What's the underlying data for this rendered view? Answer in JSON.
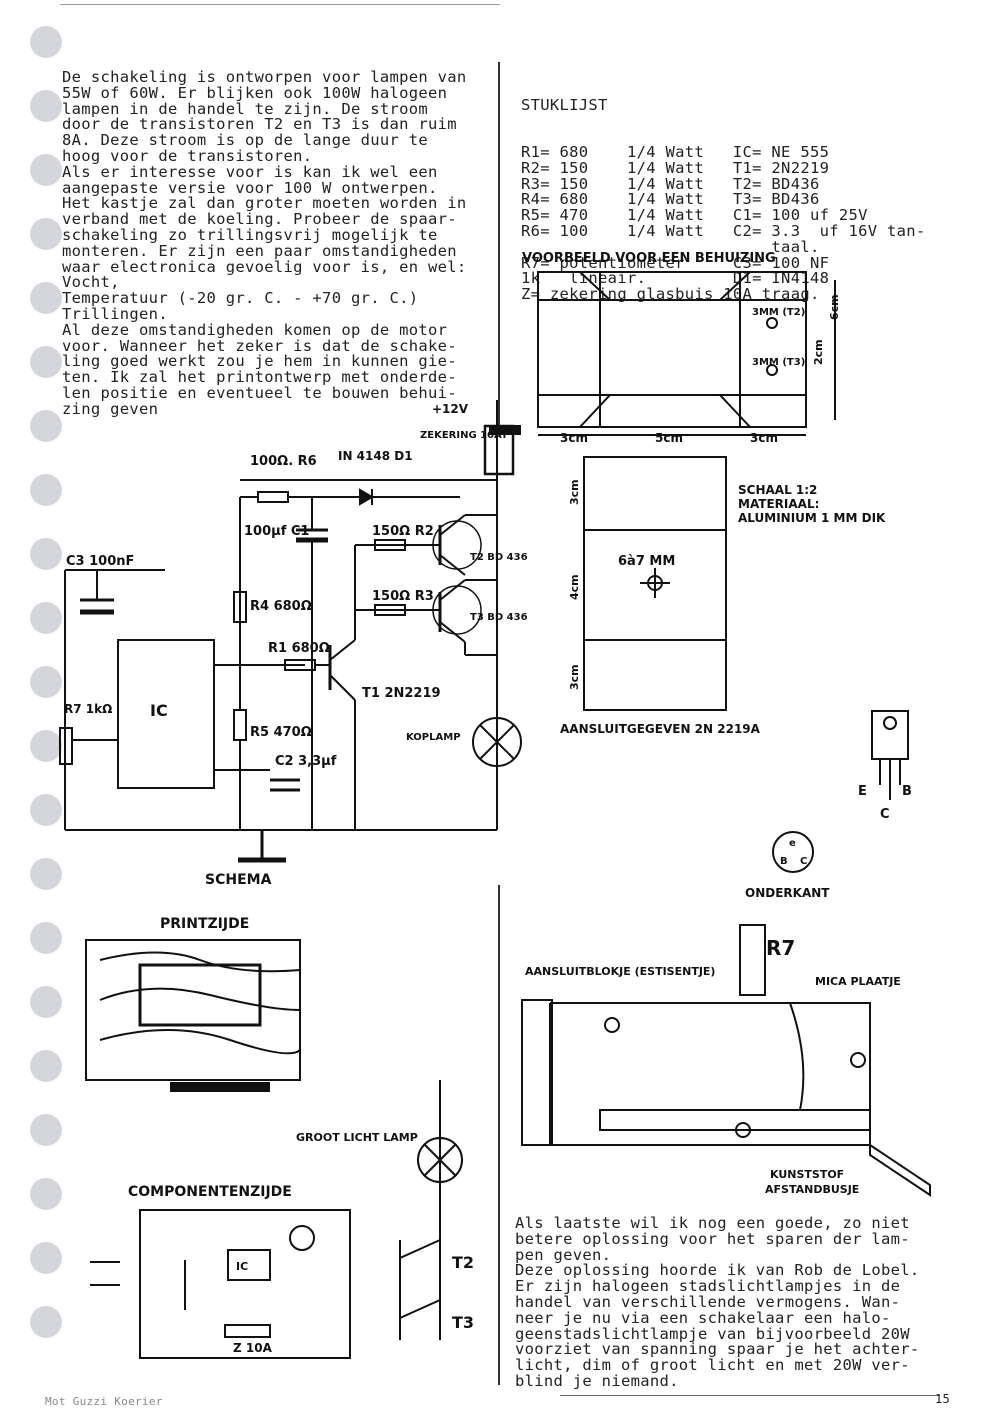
{
  "left_text": [
    "De schakeling is ontworpen voor lampen van",
    "55W of 60W. Er blijken ook 100W halogeen",
    "lampen in de handel te zijn. De stroom",
    "door de transistoren T2 en T3 is dan ruim",
    "8A. Deze stroom is op de lange duur te",
    "hoog voor de transistoren.",
    "Als er interesse voor is kan ik wel een",
    "aangepaste versie voor 100 W ontwerpen.",
    "Het kastje zal dan groter moeten worden in",
    "verband met de koeling. Probeer de spaar-",
    "schakeling zo trillingsvrij mogelijk te",
    "monteren. Er zijn een paar omstandigheden",
    "waar electronica gevoelig voor is, en wel:",
    "Vocht,",
    "Temperatuur (-20 gr. C. - +70 gr. C.)",
    "Trillingen.",
    "Al deze omstandigheden komen op de motor",
    "voor. Wanneer het zeker is dat de schake-",
    "ling goed werkt zou je hem in kunnen gie-",
    "ten. Ik zal het printontwerp met onderde-",
    "len positie en eventueel te bouwen behui-",
    "zing geven"
  ],
  "parts_list": {
    "title": "STUKLIJST",
    "rows": [
      "R1= 680    1/4 Watt   IC= NE 555",
      "R2= 150    1/4 Watt   T1= 2N2219",
      "R3= 150    1/4 Watt   T2= BD436",
      "R4= 680    1/4 Watt   T3= BD436",
      "R5= 470    1/4 Watt   C1= 100 uf 25V",
      "R6= 100    1/4 Watt   C2= 3.3  uf 16V tan-",
      "                          taal.",
      "R7= potentiometer     C3= 100 NF",
      "1k   lineair.         D1= IN4148",
      "Z= zekering glasbuis 10A traag."
    ]
  },
  "enclosure": {
    "title": "VOORBEELD VOOR EEN BEHUIZING",
    "hole_t2": "3MM (T2)",
    "hole_t3": "3MM (T3)",
    "dim_3cm_a": "3cm",
    "dim_5cm": "5cm",
    "dim_3cm_b": "3cm",
    "dim_6cm": "6cm",
    "dim_2cm": "2cm",
    "vert_3cm_a": "3cm",
    "vert_4cm": "4cm",
    "vert_3cm_b": "3cm",
    "hole_6to7": "6à7 MM",
    "scale": "SCHAAL 1:2",
    "material_label": "MATERIAAL:",
    "material": "ALUMINIUM 1 MM DIK"
  },
  "pinout": {
    "title": "AANSLUITGEGEVEN 2N 2219A",
    "pins_front": [
      "E",
      "B",
      "C"
    ],
    "underside": "ONDERKANT"
  },
  "schematic": {
    "plus12v": "+12V",
    "fuse": "ZEKERING 10AT",
    "r6": "100Ω. R6",
    "d1": "IN 4148 D1",
    "c1": "100µf C1",
    "c3": "C3 100nF",
    "r4": "R4 680Ω",
    "r2": "150Ω R2",
    "r3": "150Ω R3",
    "r1": "R1 680Ω",
    "r5": "R5 470Ω",
    "c2": "C2 3,3µf",
    "r7": "R7 1kΩ",
    "ic": "IC",
    "t1": "T1 2N2219",
    "t2": "T2 BD 436",
    "t3": "T3 BD 436",
    "lamp": "KOPLAMP",
    "caption": "SCHEMA"
  },
  "pcb": {
    "print_side": "PRINTZIJDE",
    "component_side": "COMPONENTENZIJDE",
    "high_beam": "GROOT LICHT LAMP",
    "t2": "T2",
    "t3": "T3",
    "fuse": "Z 10A"
  },
  "assembly": {
    "terminal": "AANSLUITBLOKJE (ESTISENTJE)",
    "r7": "R7",
    "mica": "MICA PLAATJE",
    "spacer": "KUNSTSTOF AFSTANDBUSJE"
  },
  "right_text": [
    "Als laatste wil ik nog een goede, zo niet",
    "betere oplossing voor het sparen der lam-",
    "pen geven.",
    "Deze oplossing hoorde ik van Rob de Lobel.",
    "Er zijn halogeen stadslichtlampjes in de",
    "handel van verschillende vermogens. Wan-",
    "neer je nu via een schakelaar een halo-",
    "geenstadslichtlampje van bijvoorbeeld 20W",
    "voorziet van spanning spaar je het achter-",
    "licht, dim of groot licht en met 20W ver-",
    "blind je niemand."
  ],
  "footer_left": "Mot Guzzi Koerier",
  "page_number": "15"
}
